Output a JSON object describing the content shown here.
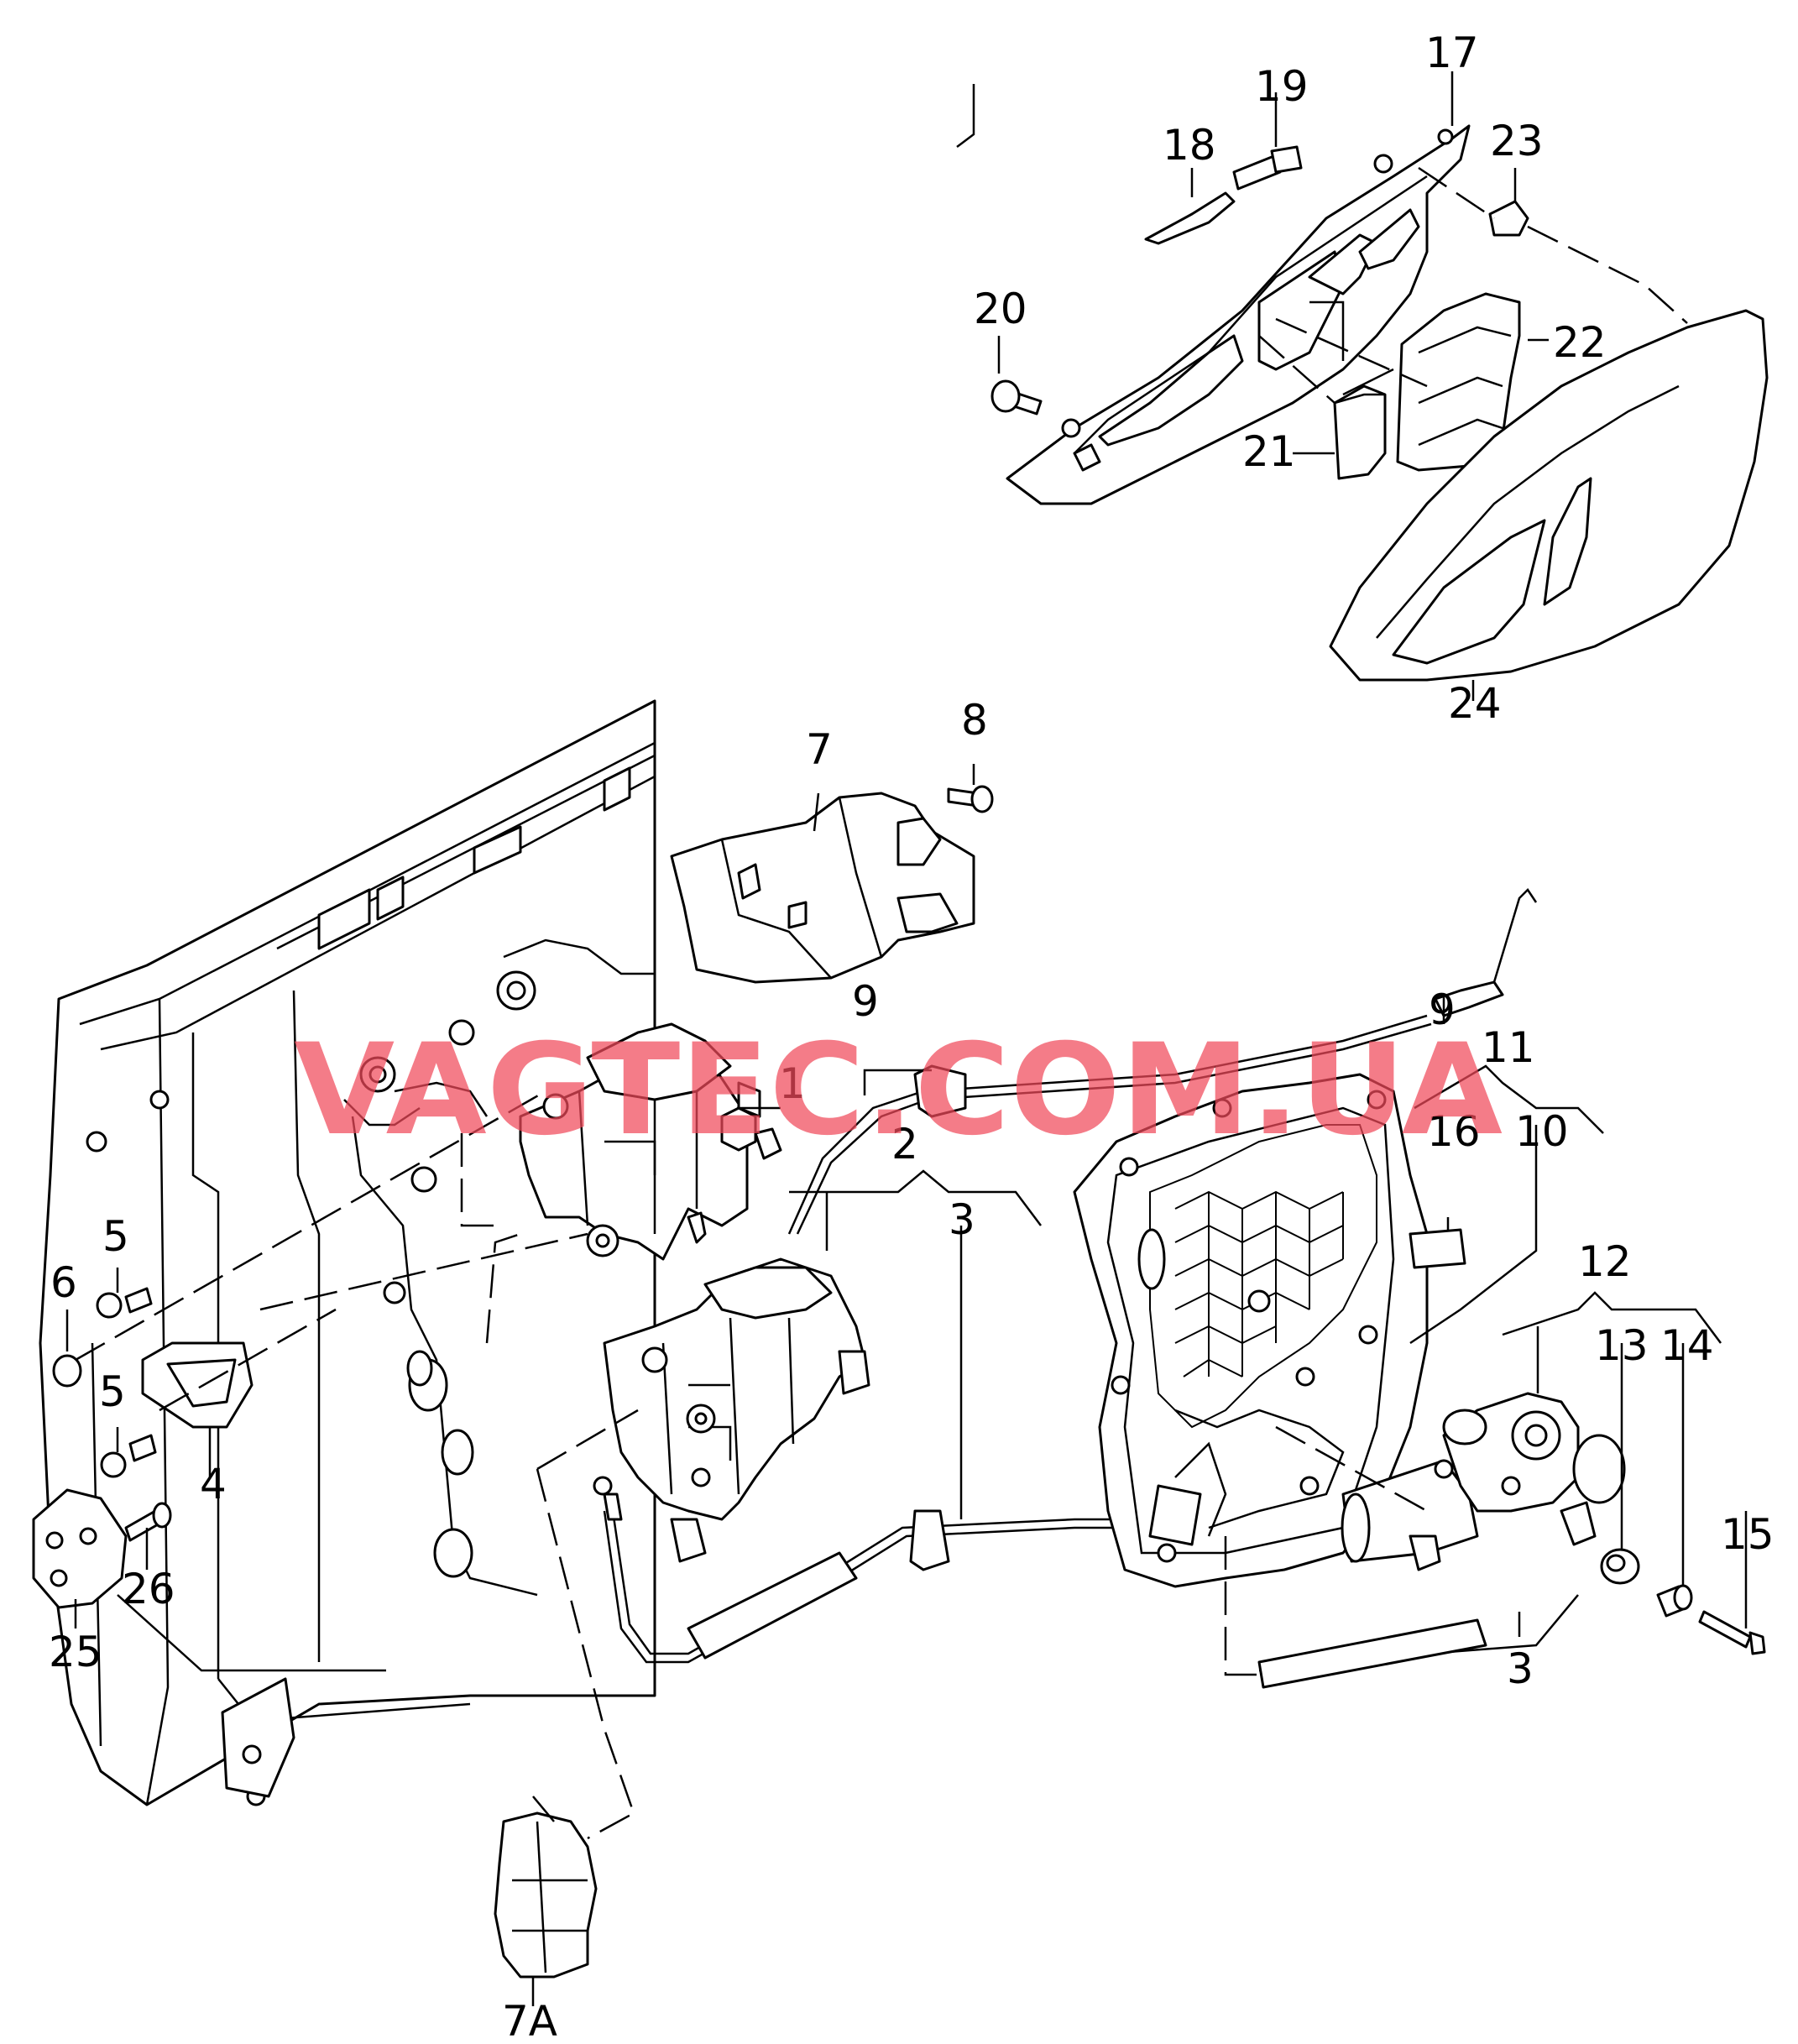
{
  "watermark": "VAGTEC.COM.UA",
  "callouts": {
    "c1": "1",
    "c2": "2",
    "c3a": "3",
    "c3b": "3",
    "c4": "4",
    "c5a": "5",
    "c5b": "5",
    "c6": "6",
    "c7": "7",
    "c7a": "7A",
    "c8": "8",
    "c9a": "9",
    "c9b": "9",
    "c10": "10",
    "c11": "11",
    "c12": "12",
    "c13": "13",
    "c14": "14",
    "c15": "15",
    "c16": "16",
    "c17": "17",
    "c18": "18",
    "c19": "19",
    "c20": "20",
    "c21": "21",
    "c22": "22",
    "c23": "23",
    "c24": "24",
    "c25": "25",
    "c26": "26"
  }
}
